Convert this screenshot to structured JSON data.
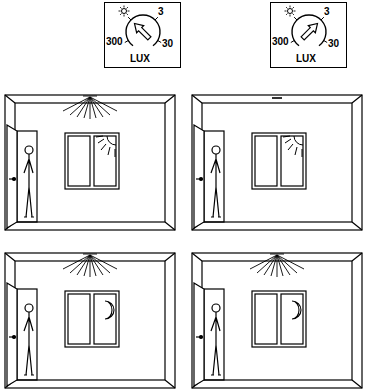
{
  "diagram": {
    "nodes": [
      {
        "text": [
          "3",
          "300",
          "30",
          "LUX"
        ]
      },
      {
        "text": [
          "3",
          "300",
          "30",
          "LUX"
        ]
      }
    ]
  }
}
